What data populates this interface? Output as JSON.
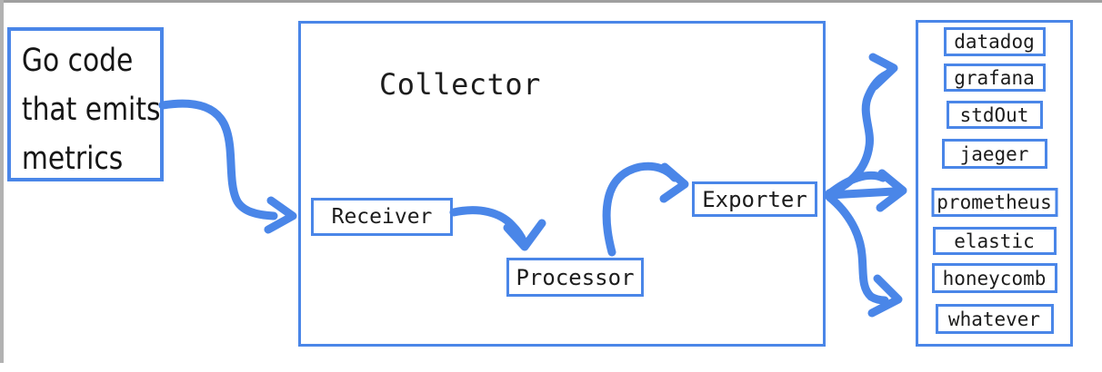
{
  "colors": {
    "accent_blue": "#4a86e8",
    "text_dark": "#1c1c1c",
    "frame_gray": "#9f9f9f"
  },
  "source_box": {
    "lines": [
      "Go code",
      "that emits",
      "metrics"
    ]
  },
  "collector": {
    "title": "Collector",
    "receiver_label": "Receiver",
    "processor_label": "Processor",
    "exporter_label": "Exporter"
  },
  "destinations": {
    "items": [
      "datadog",
      "grafana",
      "stdOut",
      "jaeger",
      "prometheus",
      "elastic",
      "honeycomb",
      "whatever"
    ]
  }
}
